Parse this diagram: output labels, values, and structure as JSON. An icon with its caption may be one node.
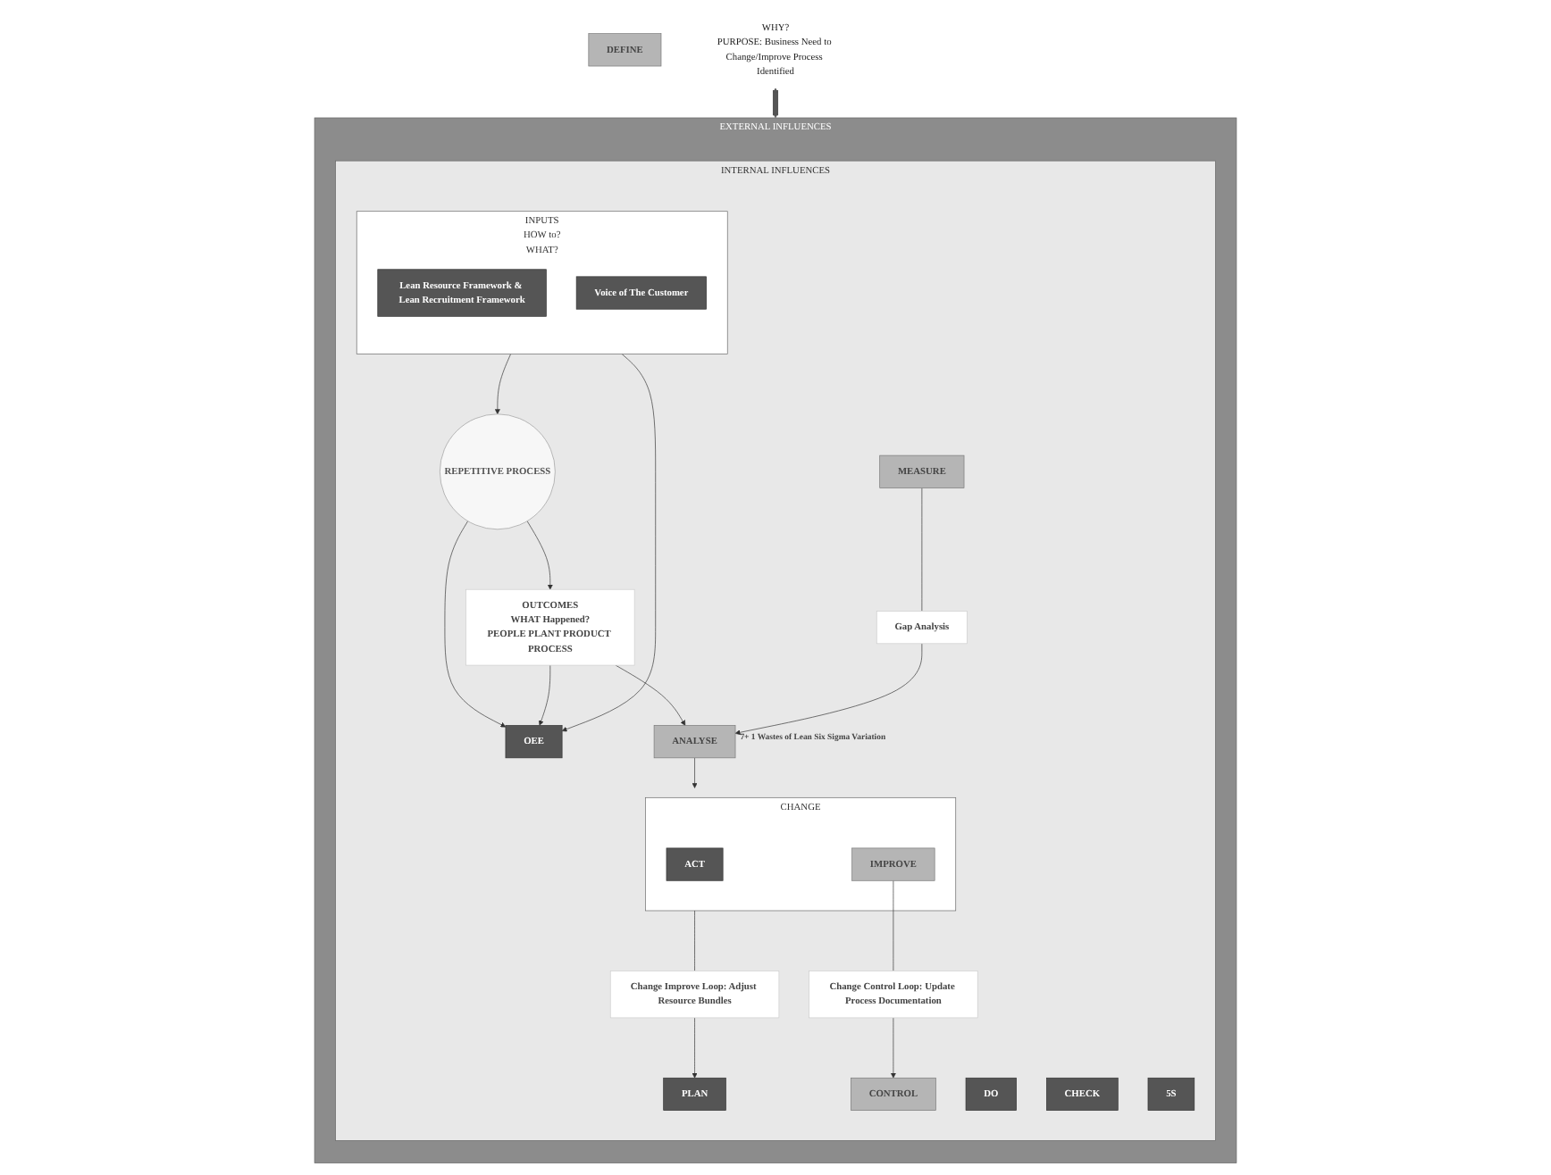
{
  "diagram": {
    "nodes": [
      {
        "text": [
          "DEFINE"
        ]
      },
      {
        "text": [
          "WHY?",
          "PURPOSE: Business Need to Change/Improve Process Identified"
        ]
      },
      {
        "text": [
          "EXTERNAL INFLUENCES"
        ]
      },
      {
        "text": [
          "INTERNAL INFLUENCES"
        ],
        "in": 2
      },
      {
        "text": [
          "PLAN"
        ],
        "in": 3
      },
      {
        "text": [
          "INPUTS",
          "HOW to?",
          "WHAT?"
        ],
        "in": 3
      },
      {
        "text": [
          "Lean Resource Framework & Lean Recruitment Framework"
        ],
        "in": 5
      },
      {
        "text": [
          "Voice of The Customer"
        ],
        "in": 5
      },
      {
        "text": [
          "DO"
        ],
        "in": 3
      },
      {
        "text": [
          "REPETITIVE PROCESS"
        ],
        "in": 3
      },
      {
        "text": [
          "CHECK"
        ],
        "in": 3
      },
      {
        "text": [
          "OUTCOMES",
          "WHAT Happened?",
          "PEOPLE PLANT PRODUCT PROCESS"
        ],
        "in": 3
      },
      {
        "text": [
          "5S"
        ],
        "in": 3
      },
      {
        "text": [
          "CONTROL"
        ],
        "in": 3
      },
      {
        "text": [
          "OEE"
        ],
        "in": 3
      },
      {
        "text": [
          "MEASURE"
        ],
        "in": 3
      },
      {
        "text": [
          "Change Improve Loop: Adjust Resource Bundles"
        ],
        "in": 3
      },
      {
        "text": [
          "ANALYSE"
        ],
        "beside": [
          "7+ 1 Wastes of Lean Six Sigma Variation"
        ],
        "in": 3
      },
      {
        "text": [
          "CHANGE"
        ],
        "in": 3
      },
      {
        "text": [
          "ACT"
        ],
        "in": 18
      },
      {
        "text": [
          "IMPROVE"
        ],
        "in": 18
      },
      {
        "text": [
          "Gap Analysis"
        ],
        "in": 3
      },
      {
        "text": [
          "Change Control Loop: Update Process Documentation"
        ],
        "in": 3
      }
    ],
    "edges": [
      {
        "from": 1,
        "to": 2,
        "arrow": "both",
        "style": "thick"
      },
      {
        "from": 5,
        "to": 9,
        "arrow": "to"
      },
      {
        "from": 9,
        "to": 11,
        "arrow": "to"
      },
      {
        "from": 9,
        "to": 14,
        "arrow": "to"
      },
      {
        "from": 5,
        "to": 14,
        "arrow": "to"
      },
      {
        "from": 11,
        "to": 14,
        "arrow": "to"
      },
      {
        "from": 11,
        "to": 17,
        "arrow": "to"
      },
      {
        "from": 17,
        "to": 18,
        "arrow": "to"
      },
      {
        "from": 15,
        "to": 21,
        "arrow": "none"
      },
      {
        "from": 21,
        "to": 17,
        "arrow": "to"
      },
      {
        "from": 18,
        "to": 16,
        "arrow": "none"
      },
      {
        "from": 16,
        "to": 4,
        "arrow": "to"
      },
      {
        "from": 20,
        "to": 22,
        "arrow": "none"
      },
      {
        "from": 22,
        "to": 13,
        "arrow": "to"
      }
    ]
  }
}
